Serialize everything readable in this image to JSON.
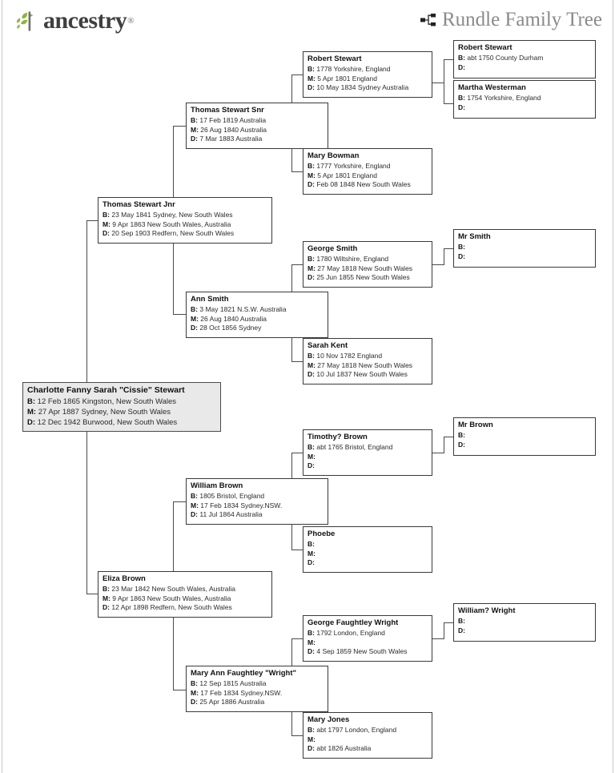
{
  "header": {
    "logo_text": "ancestry",
    "logo_tm": "®",
    "logo_icon": "ancestry-leaf-logo",
    "tree_icon": "tree-node-icon",
    "tree_title": "Rundle Family Tree"
  },
  "labels": {
    "birth": "B:",
    "marriage": "M:",
    "death": "D:"
  },
  "colors": {
    "logo_leaf": "#8cb63c",
    "logo_text": "#3f3f3f",
    "title": "#8a8a8a",
    "box_border": "#3a3a3a",
    "focus_fill": "#e9e9e9",
    "line": "#4a4a4a"
  },
  "people": {
    "focus": {
      "name": "Charlotte Fanny Sarah \"Cissie\" Stewart",
      "b": "12 Feb 1865 Kingston, New South Wales",
      "m": "27 Apr 1887 Sydney, New South Wales",
      "d": "12 Dec 1942 Burwood, New South Wales"
    },
    "father": {
      "name": "Thomas Stewart Jnr",
      "b": "23 May 1841 Sydney, New South Wales",
      "m": "9 Apr 1863 New South Wales, Australia",
      "d": "20 Sep 1903 Redfern, New South Wales"
    },
    "mother": {
      "name": "Eliza Brown",
      "b": "23 Mar 1842 New South Wales, Australia",
      "m": "9 Apr 1863 New South Wales, Australia",
      "d": "12 Apr 1898 Redfern, New South Wales"
    },
    "pgf": {
      "name": "Thomas Stewart Snr",
      "b": "17 Feb 1819 Australia",
      "m": "26 Aug 1840 Australia",
      "d": "7 Mar 1883 Australia"
    },
    "pgm": {
      "name": "Ann Smith",
      "b": "3 May 1821 N.S.W. Australia",
      "m": "26 Aug 1840 Australia",
      "d": "28 Oct 1856 Sydney"
    },
    "mgf": {
      "name": "William Brown",
      "b": "1805 Bristol, England",
      "m": "17 Feb 1834 Sydney.NSW.",
      "d": "11 Jul 1864 Australia"
    },
    "mgm": {
      "name": "Mary Ann Faughtley \"Wright\"",
      "b": "12 Sep 1815 Australia",
      "m": "17 Feb 1834 Sydney.NSW.",
      "d": "25 Apr 1886 Australia"
    },
    "pggf1": {
      "name": "Robert Stewart",
      "b": "1778 Yorkshire, England",
      "m": "5 Apr 1801 England",
      "d": "10 May 1834 Sydney Australia"
    },
    "pggm1": {
      "name": "Mary Bowman",
      "b": "1777 Yorkshire, England",
      "m": "5 Apr 1801 England",
      "d": "Feb 08 1848 New South Wales"
    },
    "pggf2": {
      "name": "George Smith",
      "b": "1780 Wiltshire, England",
      "m": "27 May 1818 New South Wales",
      "d": "25 Jun 1855 New South Wales"
    },
    "pggm2": {
      "name": "Sarah Kent",
      "b": "10 Nov 1782 England",
      "m": "27 May 1818 New South Wales",
      "d": "10 Jul 1837 New South Wales"
    },
    "mggf1": {
      "name": "Timothy? Brown",
      "b": "abt 1765 Bristol, England",
      "m": "",
      "d": ""
    },
    "mggm1": {
      "name": "Phoebe",
      "b": "",
      "m": "",
      "d": ""
    },
    "mggf2": {
      "name": "George Faughtley Wright",
      "b": "1792 London, England",
      "m": "",
      "d": "4 Sep 1859 New South Wales"
    },
    "mggm2": {
      "name": "Mary Jones",
      "b": "abt 1797 London, England",
      "m": "",
      "d": "abt 1826 Australia"
    },
    "g4a": {
      "name": "Robert Stewart",
      "b": "abt 1750 County Durham",
      "d": ""
    },
    "g4b": {
      "name": "Martha Westerman",
      "b": "1754 Yorkshire, England",
      "d": ""
    },
    "g4c": {
      "name": "Mr Smith",
      "b": "",
      "d": ""
    },
    "g4d": {
      "name": "Mr Brown",
      "b": "",
      "d": ""
    },
    "g4e": {
      "name": "William? Wright",
      "b": "",
      "d": ""
    }
  }
}
